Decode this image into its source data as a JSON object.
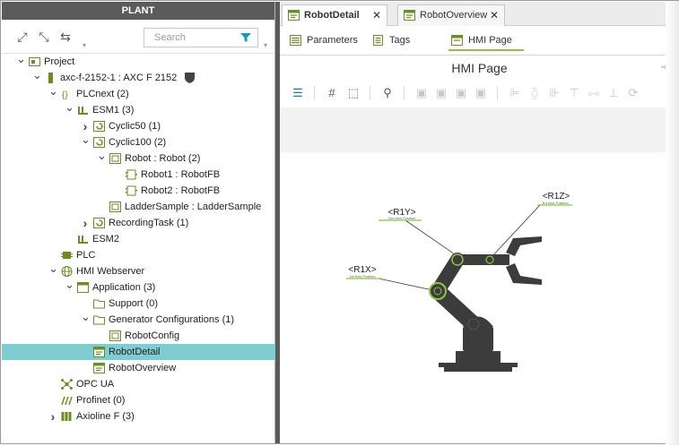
{
  "left_panel": {
    "title": "PLANT",
    "search_placeholder": "Search",
    "tree": [
      {
        "label": "Project",
        "depth": 0,
        "arrow": "down",
        "icon": "project-icon",
        "selected": false
      },
      {
        "label": "axc-f-2152-1 : AXC F 2152",
        "depth": 1,
        "arrow": "down",
        "icon": "controller-icon",
        "selected": false
      },
      {
        "label": "PLCnext (2)",
        "depth": 2,
        "arrow": "down",
        "icon": "plcnext-icon",
        "selected": false
      },
      {
        "label": "ESM1 (3)",
        "depth": 3,
        "arrow": "down",
        "icon": "esm-icon",
        "selected": false
      },
      {
        "label": "Cyclic50 (1)",
        "depth": 4,
        "arrow": "right",
        "icon": "task-icon",
        "selected": false
      },
      {
        "label": "Cyclic100 (2)",
        "depth": 4,
        "arrow": "down",
        "icon": "task-icon",
        "selected": false
      },
      {
        "label": "Robot : Robot (2)",
        "depth": 5,
        "arrow": "down",
        "icon": "program-icon",
        "selected": false
      },
      {
        "label": "Robot1 : RobotFB",
        "depth": 6,
        "arrow": "none",
        "icon": "fb-icon",
        "selected": false
      },
      {
        "label": "Robot2 : RobotFB",
        "depth": 6,
        "arrow": "none",
        "icon": "fb-icon",
        "selected": false
      },
      {
        "label": "LadderSample : LadderSample",
        "depth": 5,
        "arrow": "none",
        "icon": "program-icon",
        "selected": false
      },
      {
        "label": "RecordingTask (1)",
        "depth": 4,
        "arrow": "right",
        "icon": "task-icon",
        "selected": false
      },
      {
        "label": "ESM2",
        "depth": 3,
        "arrow": "none",
        "icon": "esm-icon",
        "selected": false
      },
      {
        "label": "PLC",
        "depth": 2,
        "arrow": "none",
        "icon": "plc-icon",
        "selected": false
      },
      {
        "label": "HMI Webserver",
        "depth": 2,
        "arrow": "down",
        "icon": "globe-icon",
        "selected": false
      },
      {
        "label": "Application (3)",
        "depth": 3,
        "arrow": "down",
        "icon": "application-icon",
        "selected": false
      },
      {
        "label": "Support (0)",
        "depth": 4,
        "arrow": "none",
        "icon": "folder-icon",
        "selected": false
      },
      {
        "label": "Generator Configurations (1)",
        "depth": 4,
        "arrow": "down",
        "icon": "folder-icon",
        "selected": false
      },
      {
        "label": "RobotConfig",
        "depth": 5,
        "arrow": "none",
        "icon": "config-icon",
        "selected": false
      },
      {
        "label": "RobotDetail",
        "depth": 4,
        "arrow": "none",
        "icon": "hmi-page-icon",
        "selected": true
      },
      {
        "label": "RobotOverview",
        "depth": 4,
        "arrow": "none",
        "icon": "hmi-page-icon",
        "selected": false
      },
      {
        "label": "OPC UA",
        "depth": 2,
        "arrow": "none",
        "icon": "opcua-icon",
        "selected": false
      },
      {
        "label": "Profinet (0)",
        "depth": 2,
        "arrow": "none",
        "icon": "profinet-icon",
        "selected": false
      },
      {
        "label": "Axioline F (3)",
        "depth": 2,
        "arrow": "right",
        "icon": "axioline-icon",
        "selected": false
      }
    ]
  },
  "editor": {
    "tabs": [
      {
        "label": "RobotDetail",
        "active": true,
        "close": "✕"
      },
      {
        "label": "RobotOverview",
        "active": false,
        "close": "✕"
      }
    ],
    "subtabs": [
      {
        "label": "Parameters",
        "active": false
      },
      {
        "label": "Tags",
        "active": false
      },
      {
        "label": "HMI Page",
        "active": true
      }
    ],
    "page_title": "HMI Page",
    "robot_labels": [
      {
        "tag": "<R1Z>",
        "caption": "3rd Axis Position"
      },
      {
        "tag": "<R1Y>",
        "caption": "2nd Axis Position"
      },
      {
        "tag": "<R1X>",
        "caption": "1st Axis Position"
      }
    ]
  },
  "colors": {
    "accent": "#8cc63f",
    "selection": "#7fcdd0",
    "header": "#5b5b5b",
    "robot": "#3c3c3c"
  }
}
